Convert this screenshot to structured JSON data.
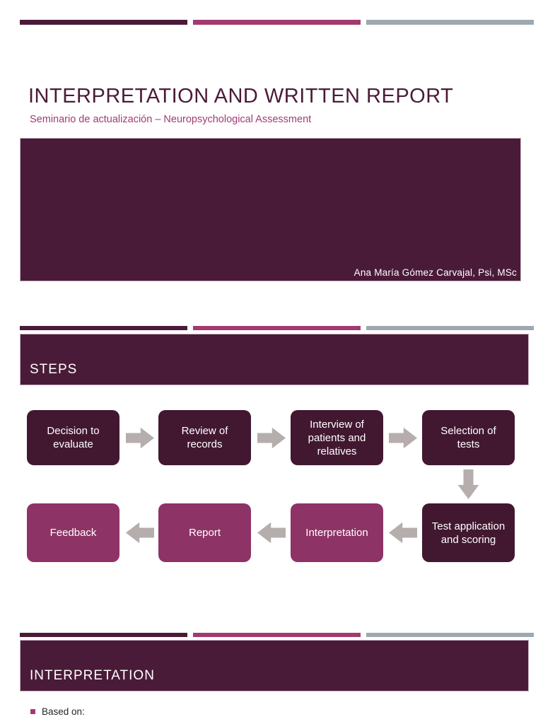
{
  "deck": {
    "slide1": {
      "title": "INTERPRETATION AND WRITTEN REPORT",
      "subtitle": "Seminario de actualización – Neuropsychological Assessment",
      "author": "Ana María Gómez Carvajal, Psi, MSc"
    },
    "slide2": {
      "header": "STEPS",
      "row1": [
        {
          "label": "Decision to evaluate"
        },
        {
          "label": "Review of records"
        },
        {
          "label": "Interview of patients and relatives"
        },
        {
          "label": "Selection of tests"
        }
      ],
      "row2": [
        {
          "label": "Feedback"
        },
        {
          "label": "Report"
        },
        {
          "label": "Interpretation"
        },
        {
          "label": "Test application and scoring"
        }
      ]
    },
    "slide3": {
      "header": "INTERPRETATION",
      "bullets": [
        {
          "text": "Based on:"
        }
      ]
    }
  },
  "colors": {
    "dark_maroon": "#4a1b38",
    "flow_dark": "#421831",
    "plum": "#8e3366",
    "magenta_accent": "#a23a70",
    "gray_bar": "#9ea8b0",
    "arrow_gray": "#b6adad",
    "body_text": "#262626",
    "white_text": "#ffffff"
  }
}
